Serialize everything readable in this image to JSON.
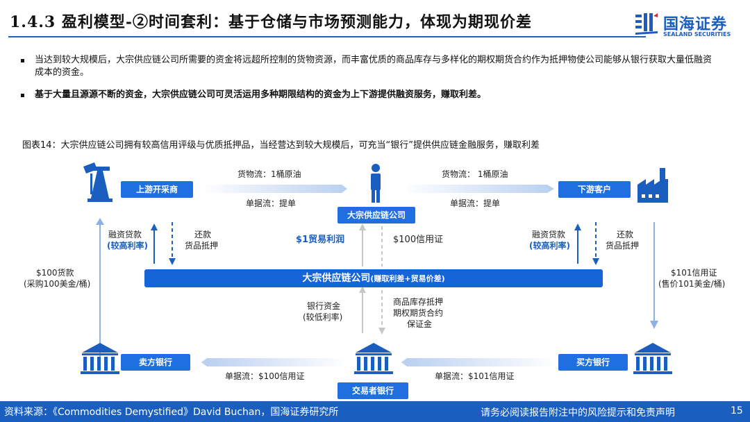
{
  "header": {
    "title": "1.4.3 盈利模型-②时间套利：基于仓储与市场预测能力，体现为期现价差",
    "logo_cn": "国海证券",
    "logo_en": "SEALAND SECURITIES"
  },
  "bullets": [
    "当达到较大规模后，大宗供应链公司所需要的资金将远超所控制的货物资源，而丰富优质的商品库存与多样化的期权期货合约作为抵押物使公司能够从银行获取大量低融资成本的资金。",
    "基于大量且源源不断的资金，大宗供应链公司可灵活运用多种期限结构的资金为上下游提供融资服务，赚取利差。"
  ],
  "figure_caption": "图表14：大宗供应链公司拥有较高信用评级与优质抵押品，当经营达到较大规模后，可充当“银行”提供供应链金融服务，赚取利差",
  "diagram": {
    "upstream": "上游开采商",
    "downstream": "下游客户",
    "center_top": "大宗供应链公司",
    "goods_flow_left": "货物流：1桶原油",
    "goods_flow_right": "货物流： 1桶原油",
    "doc_flow_left": "单据流：提单",
    "doc_flow_right": "单据流：提单",
    "finance_loan_left": "融资贷款",
    "finance_rate_left": "(较高利率)",
    "repay_left_1": "还款",
    "repay_left_2": "货品抵押",
    "finance_loan_right": "融资贷款",
    "finance_rate_right": "(较高利率)",
    "repay_right_1": "还款",
    "repay_right_2": "货品抵押",
    "trade_profit": "$1贸易利润",
    "credit_100": "$100信用证",
    "payment_left_1": "$100货款",
    "payment_left_2": "(采购100美金/桶)",
    "credit_right_1": "$101信用证",
    "credit_right_2": "(售价101美金/桶)",
    "center_bar": "大宗供应链公司",
    "center_bar_note": "(赚取利差+贸易价差)",
    "bank_funds_1": "银行资金",
    "bank_funds_2": "(较低利率)",
    "collateral_1": "商品库存抵押",
    "collateral_2": "期权期货合约",
    "collateral_3": "保证金",
    "seller_bank": "卖方银行",
    "buyer_bank": "买方银行",
    "trader_bank": "交易者银行",
    "doc_flow_bottom_left": "单据流：$100信用证",
    "doc_flow_bottom_right": "单据流：$101信用证"
  },
  "footer": {
    "source": "资料来源：《Commodities Demystified》David Buchan，国海证券研究所",
    "disclaimer": "请务必阅读报告附注中的风险提示和免责声明",
    "page": "15"
  },
  "colors": {
    "accent": "#1a5fc0",
    "box": "#1f6fe0",
    "bar": "#1565d8",
    "arrow_light": "#c9daf5"
  }
}
